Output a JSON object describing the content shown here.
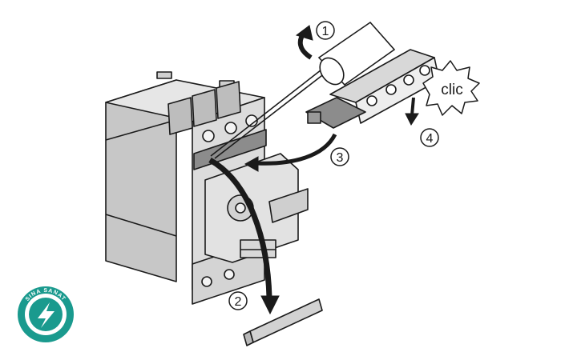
{
  "steps": {
    "step1": "1",
    "step2": "2",
    "step3": "3",
    "step4": "4"
  },
  "click_label": "clic",
  "logo": {
    "text": "SINA SANAT",
    "color": "#1a9a8e"
  },
  "colors": {
    "device_front": "#dcdcdc",
    "device_side": "#c7c7c7",
    "device_dark": "#8c8c8c",
    "outline": "#1a1a1a",
    "arrow": "#1a1a1a"
  }
}
